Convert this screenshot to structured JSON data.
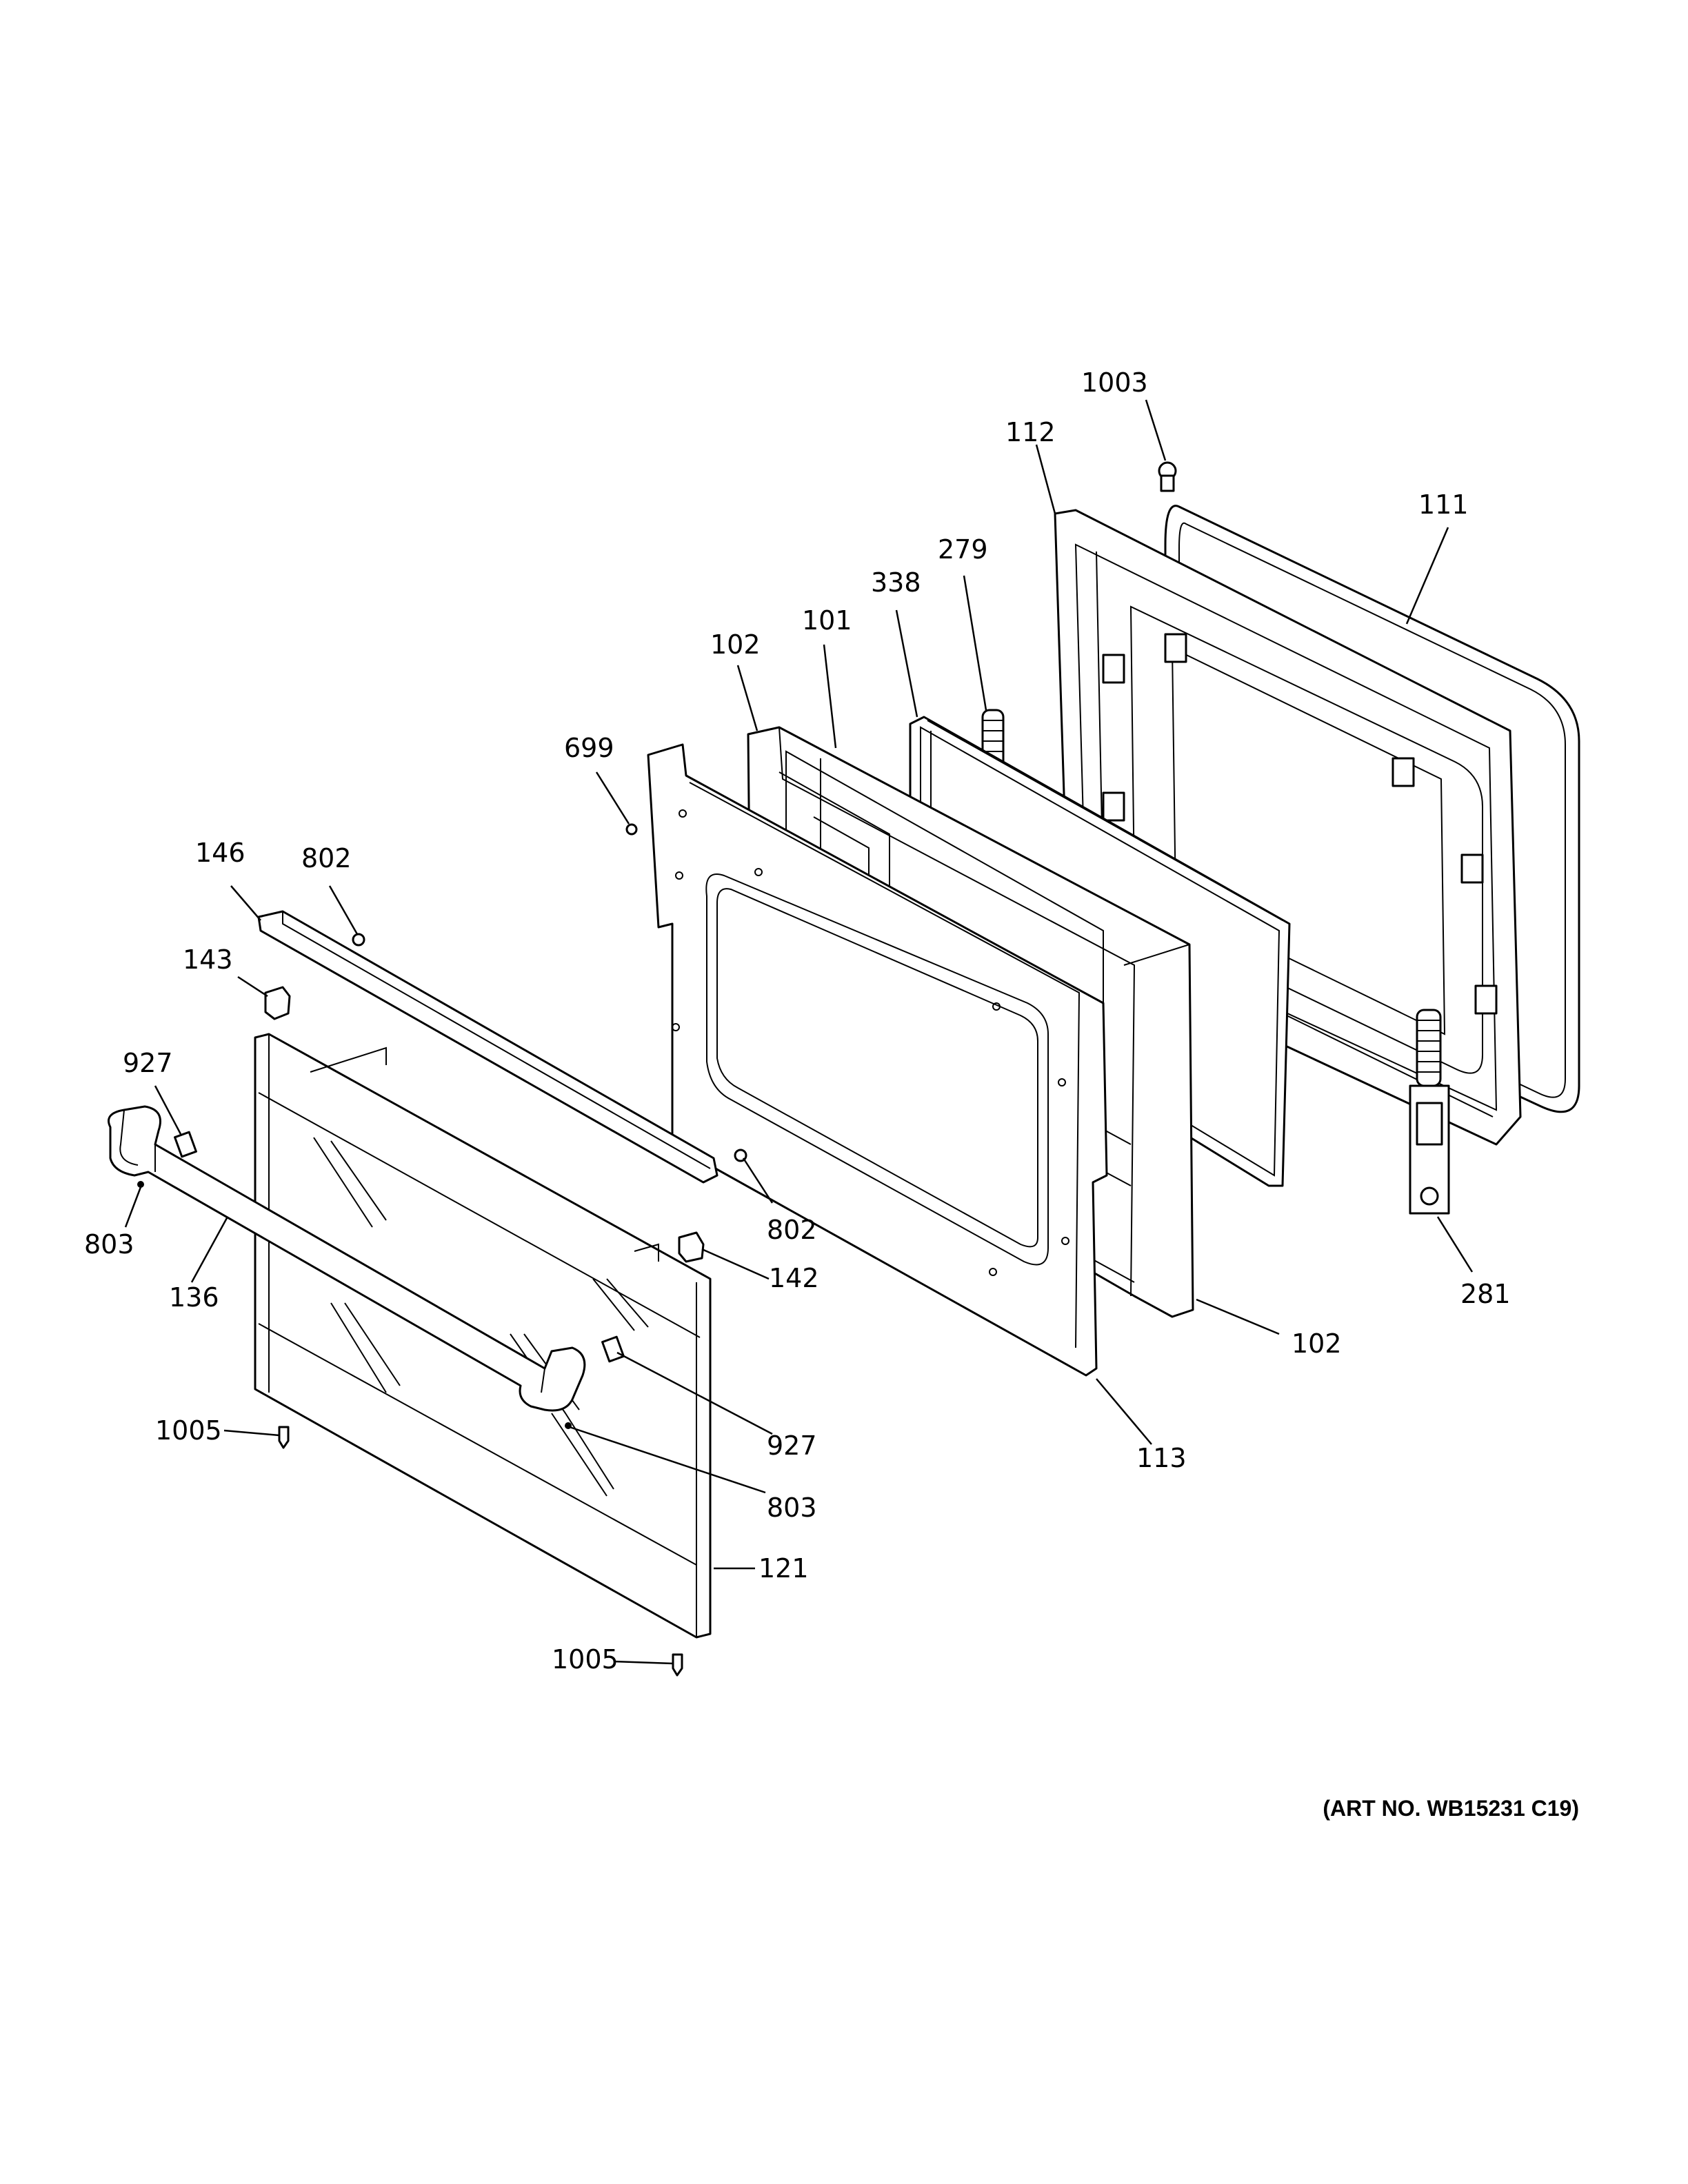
{
  "diagram": {
    "art_number": "(ART NO. WB15231 C19)",
    "callouts": {
      "c1003": "1003",
      "c112": "112",
      "c111": "111",
      "c279": "279",
      "c338": "338",
      "c101": "101",
      "c102_top": "102",
      "c699": "699",
      "c146": "146",
      "c802_top": "802",
      "c143": "143",
      "c927_left": "927",
      "c803_left": "803",
      "c136": "136",
      "c802_mid": "802",
      "c142": "142",
      "c281": "281",
      "c102_bottom": "102",
      "c113": "113",
      "c927_right": "927",
      "c1005_left": "1005",
      "c803_right": "803",
      "c121": "121",
      "c1005_bottom": "1005"
    }
  }
}
